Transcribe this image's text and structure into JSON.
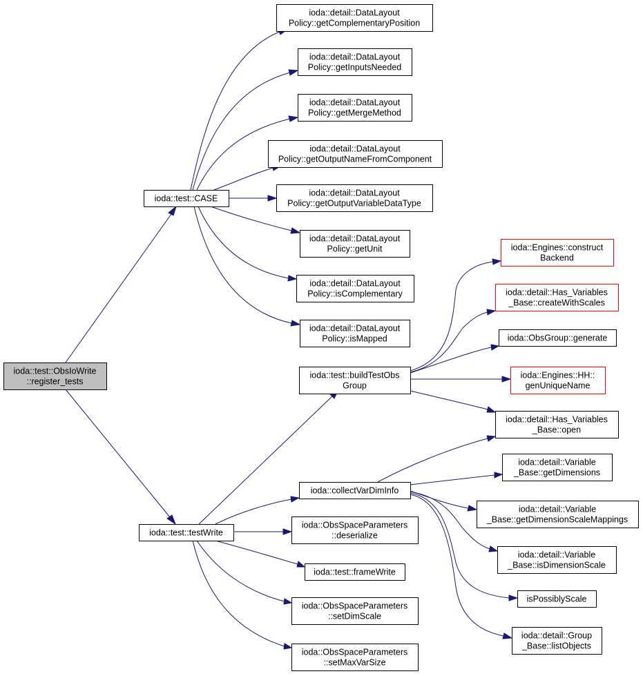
{
  "diagram": {
    "colors": {
      "edge": "#191970",
      "root_fill": "#bfbfbf",
      "node_fill": "#ffffff",
      "node_border": "#000000",
      "external_border": "#ff0000"
    },
    "nodes": [
      {
        "id": "register_tests",
        "lines": [
          "ioda::test::ObsIoWrite",
          "::register_tests"
        ],
        "root": true
      },
      {
        "id": "case",
        "lines": [
          "ioda::test::CASE"
        ]
      },
      {
        "id": "testwrite",
        "lines": [
          "ioda::test::testWrite"
        ]
      },
      {
        "id": "getComplementaryPosition",
        "lines": [
          "ioda::detail::DataLayout",
          "Policy::getComplementaryPosition"
        ]
      },
      {
        "id": "getInputsNeeded",
        "lines": [
          "ioda::detail::DataLayout",
          "Policy::getInputsNeeded"
        ]
      },
      {
        "id": "getMergeMethod",
        "lines": [
          "ioda::detail::DataLayout",
          "Policy::getMergeMethod"
        ]
      },
      {
        "id": "getOutputNameFromComponent",
        "lines": [
          "ioda::detail::DataLayout",
          "Policy::getOutputNameFromComponent"
        ]
      },
      {
        "id": "getOutputVariableDataType",
        "lines": [
          "ioda::detail::DataLayout",
          "Policy::getOutputVariableDataType"
        ]
      },
      {
        "id": "getUnit",
        "lines": [
          "ioda::detail::DataLayout",
          "Policy::getUnit"
        ]
      },
      {
        "id": "isComplementary",
        "lines": [
          "ioda::detail::DataLayout",
          "Policy::isComplementary"
        ]
      },
      {
        "id": "isMapped",
        "lines": [
          "ioda::detail::DataLayout",
          "Policy::isMapped"
        ]
      },
      {
        "id": "buildTestObsGroup",
        "lines": [
          "ioda::test::buildTestObs",
          "Group"
        ]
      },
      {
        "id": "collectVarDimInfo",
        "lines": [
          "ioda::collectVarDimInfo"
        ]
      },
      {
        "id": "deserialize",
        "lines": [
          "ioda::ObsSpaceParameters",
          "::deserialize"
        ]
      },
      {
        "id": "frameWrite",
        "lines": [
          "ioda::test::frameWrite"
        ]
      },
      {
        "id": "setDimScale",
        "lines": [
          "ioda::ObsSpaceParameters",
          "::setDimScale"
        ]
      },
      {
        "id": "setMaxVarSize",
        "lines": [
          "ioda::ObsSpaceParameters",
          "::setMaxVarSize"
        ]
      },
      {
        "id": "constructBackend",
        "lines": [
          "ioda::Engines::construct",
          "Backend"
        ],
        "external": true
      },
      {
        "id": "createWithScales",
        "lines": [
          "ioda::detail::Has_Variables",
          "_Base::createWithScales"
        ],
        "external": true
      },
      {
        "id": "generate",
        "lines": [
          "ioda::ObsGroup::generate"
        ]
      },
      {
        "id": "genUniqueName",
        "lines": [
          "ioda::Engines::HH::",
          "genUniqueName"
        ],
        "external": true
      },
      {
        "id": "open",
        "lines": [
          "ioda::detail::Has_Variables",
          "_Base::open"
        ]
      },
      {
        "id": "getDimensions",
        "lines": [
          "ioda::detail::Variable",
          "_Base::getDimensions"
        ]
      },
      {
        "id": "getDimensionScaleMappings",
        "lines": [
          "ioda::detail::Variable",
          "_Base::getDimensionScaleMappings"
        ]
      },
      {
        "id": "isDimensionScale",
        "lines": [
          "ioda::detail::Variable",
          "_Base::isDimensionScale"
        ]
      },
      {
        "id": "isPossiblyScale",
        "lines": [
          "isPossiblyScale"
        ]
      },
      {
        "id": "listObjects",
        "lines": [
          "ioda::detail::Group",
          "_Base::listObjects"
        ]
      }
    ],
    "edges": [
      {
        "from": "register_tests",
        "to": "case"
      },
      {
        "from": "register_tests",
        "to": "testwrite"
      },
      {
        "from": "case",
        "to": "getComplementaryPosition"
      },
      {
        "from": "case",
        "to": "getInputsNeeded"
      },
      {
        "from": "case",
        "to": "getMergeMethod"
      },
      {
        "from": "case",
        "to": "getOutputNameFromComponent"
      },
      {
        "from": "case",
        "to": "getOutputVariableDataType"
      },
      {
        "from": "case",
        "to": "getUnit"
      },
      {
        "from": "case",
        "to": "isComplementary"
      },
      {
        "from": "case",
        "to": "isMapped"
      },
      {
        "from": "testwrite",
        "to": "buildTestObsGroup"
      },
      {
        "from": "testwrite",
        "to": "collectVarDimInfo"
      },
      {
        "from": "testwrite",
        "to": "deserialize"
      },
      {
        "from": "testwrite",
        "to": "frameWrite"
      },
      {
        "from": "testwrite",
        "to": "setDimScale"
      },
      {
        "from": "testwrite",
        "to": "setMaxVarSize"
      },
      {
        "from": "buildTestObsGroup",
        "to": "constructBackend"
      },
      {
        "from": "buildTestObsGroup",
        "to": "createWithScales"
      },
      {
        "from": "buildTestObsGroup",
        "to": "generate"
      },
      {
        "from": "buildTestObsGroup",
        "to": "genUniqueName"
      },
      {
        "from": "buildTestObsGroup",
        "to": "open"
      },
      {
        "from": "collectVarDimInfo",
        "to": "open"
      },
      {
        "from": "collectVarDimInfo",
        "to": "getDimensions"
      },
      {
        "from": "collectVarDimInfo",
        "to": "getDimensionScaleMappings"
      },
      {
        "from": "collectVarDimInfo",
        "to": "isDimensionScale"
      },
      {
        "from": "collectVarDimInfo",
        "to": "isPossiblyScale"
      },
      {
        "from": "collectVarDimInfo",
        "to": "listObjects"
      }
    ]
  }
}
